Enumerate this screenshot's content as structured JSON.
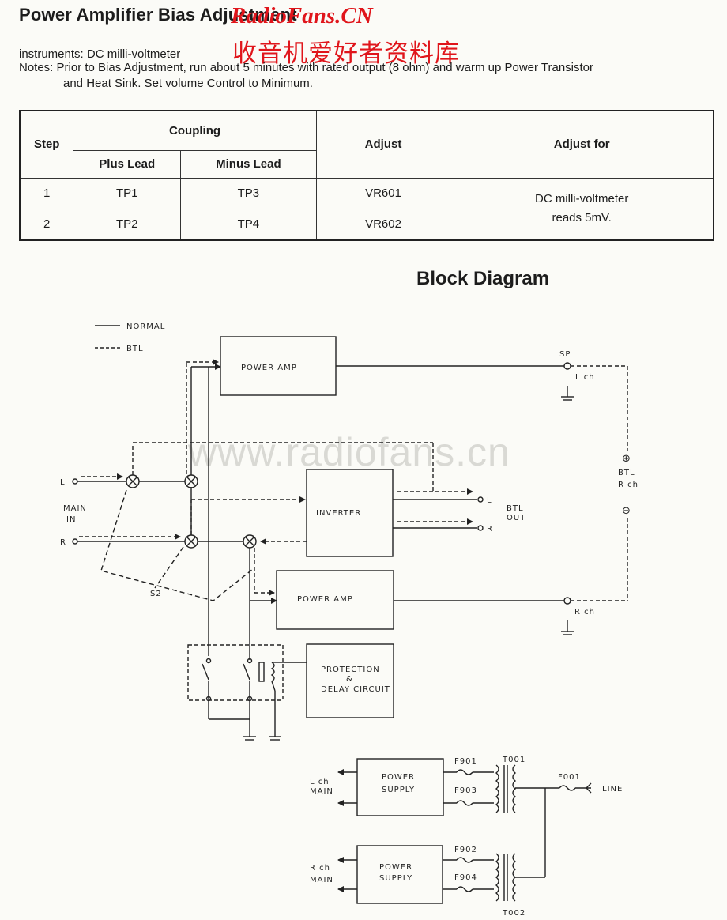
{
  "header": {
    "title": "Power Amplifier  Bias Adjustment",
    "watermark_top": "RadioFans.CN",
    "watermark_cn": "收音机爱好者资料库",
    "watermark_site": "www.radiofans.cn"
  },
  "notes": {
    "instruments": "instruments:  DC milli-voltmeter",
    "line1": "Notes:  Prior to Bias Adjustment, run about 5 minutes with rated output (8 ohm) and warm up Power Transistor",
    "line2": "and Heat Sink. Set volume Control to Minimum."
  },
  "table": {
    "headers": {
      "step": "Step",
      "coupling": "Coupling",
      "plus": "Plus Lead",
      "minus": "Minus Lead",
      "adjust": "Adjust",
      "adjust_for": "Adjust for"
    },
    "rows": [
      {
        "step": "1",
        "plus": "TP1",
        "minus": "TP3",
        "adjust": "VR601"
      },
      {
        "step": "2",
        "plus": "TP2",
        "minus": "TP4",
        "adjust": "VR602"
      }
    ],
    "adjust_for_line1": "DC milli-voltmeter",
    "adjust_for_line2": "reads 5mV."
  },
  "diagram": {
    "title": "Block Diagram",
    "legend_normal": "NORMAL",
    "legend_btl": "BTL",
    "power_amp_top": "POWER AMP",
    "power_amp_bottom": "POWER  AMP",
    "inverter": "INVERTER",
    "protection_1": "PROTECTION",
    "protection_2": "&",
    "protection_3": "DELAY CIRCUIT",
    "in_l": "L",
    "in_r": "R",
    "main": "MAIN",
    "in": "IN",
    "s2": "S2",
    "sp": "SP",
    "lch": "L ch",
    "rch": "R ch",
    "btl": "BTL",
    "btl_rch": "R ch",
    "plus": "⊕",
    "minus": "⊖",
    "btl_out_l": "L",
    "btl_out_r": "R",
    "btl_out_1": "BTL",
    "btl_out_2": "OUT",
    "ps_top_1": "POWER",
    "ps_top_2": "SUPPLY",
    "ps_bot_1": "POWER",
    "ps_bot_2": "SUPPLY",
    "ps_l_1": "L ch",
    "ps_l_2": "MAIN",
    "ps_r_1": "R ch",
    "ps_r_2": "MAIN",
    "f901": "F901",
    "f903": "F903",
    "f902": "F902",
    "f904": "F904",
    "t001": "T001",
    "t002": "T002",
    "f001": "F001",
    "line": "LINE"
  }
}
